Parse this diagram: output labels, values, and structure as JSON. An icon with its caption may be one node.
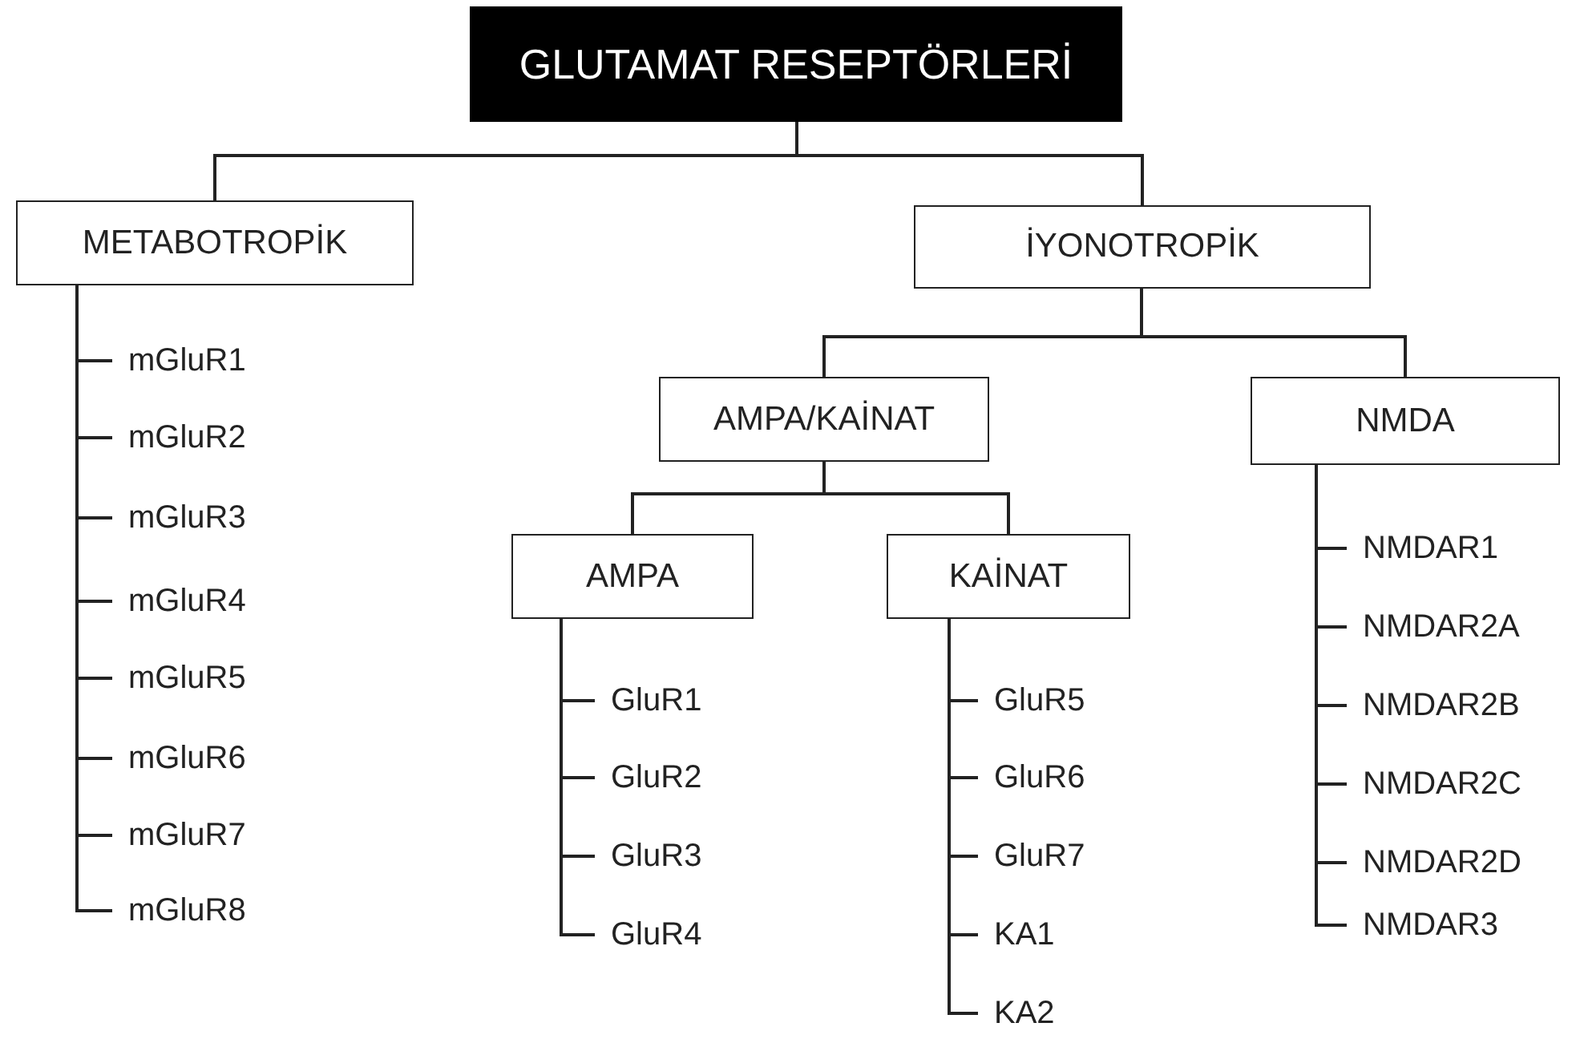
{
  "diagram": {
    "nodes": [
      {
        "text": [
          "GLUTAMAT RESEPTÖRLERİ"
        ]
      },
      {
        "text": [
          "METABOTROPİK"
        ]
      },
      {
        "text": [
          "İYONOTROPİK"
        ]
      },
      {
        "text": [
          "AMPA/KAİNAT"
        ]
      },
      {
        "text": [
          "NMDA"
        ]
      },
      {
        "text": [
          "AMPA"
        ]
      },
      {
        "text": [
          "KAİNAT"
        ]
      },
      {
        "text": [
          "mGluR1"
        ]
      },
      {
        "text": [
          "mGluR2"
        ]
      },
      {
        "text": [
          "mGluR3"
        ]
      },
      {
        "text": [
          "mGluR4"
        ]
      },
      {
        "text": [
          "mGluR5"
        ]
      },
      {
        "text": [
          "mGluR6"
        ]
      },
      {
        "text": [
          "mGluR7"
        ]
      },
      {
        "text": [
          "mGluR8"
        ]
      },
      {
        "text": [
          "GluR1"
        ]
      },
      {
        "text": [
          "GluR2"
        ]
      },
      {
        "text": [
          "GluR3"
        ]
      },
      {
        "text": [
          "GluR4"
        ]
      },
      {
        "text": [
          "GluR5"
        ]
      },
      {
        "text": [
          "GluR6"
        ]
      },
      {
        "text": [
          "GluR7"
        ]
      },
      {
        "text": [
          "KA1"
        ]
      },
      {
        "text": [
          "KA2"
        ]
      },
      {
        "text": [
          "NMDAR1"
        ]
      },
      {
        "text": [
          "NMDAR2A"
        ]
      },
      {
        "text": [
          "NMDAR2B"
        ]
      },
      {
        "text": [
          "NMDAR2C"
        ]
      },
      {
        "text": [
          "NMDAR2D"
        ]
      },
      {
        "text": [
          "NMDAR3"
        ]
      }
    ],
    "edges": [
      {
        "from": 0,
        "to": 1,
        "arrow": "none"
      },
      {
        "from": 0,
        "to": 2,
        "arrow": "none"
      },
      {
        "from": 2,
        "to": 3,
        "arrow": "none"
      },
      {
        "from": 2,
        "to": 4,
        "arrow": "none"
      },
      {
        "from": 3,
        "to": 5,
        "arrow": "none"
      },
      {
        "from": 3,
        "to": 6,
        "arrow": "none"
      },
      {
        "from": 1,
        "to": 7,
        "arrow": "none"
      },
      {
        "from": 1,
        "to": 8,
        "arrow": "none"
      },
      {
        "from": 1,
        "to": 9,
        "arrow": "none"
      },
      {
        "from": 1,
        "to": 10,
        "arrow": "none"
      },
      {
        "from": 1,
        "to": 11,
        "arrow": "none"
      },
      {
        "from": 1,
        "to": 12,
        "arrow": "none"
      },
      {
        "from": 1,
        "to": 13,
        "arrow": "none"
      },
      {
        "from": 1,
        "to": 14,
        "arrow": "none"
      },
      {
        "from": 5,
        "to": 15,
        "arrow": "none"
      },
      {
        "from": 5,
        "to": 16,
        "arrow": "none"
      },
      {
        "from": 5,
        "to": 17,
        "arrow": "none"
      },
      {
        "from": 5,
        "to": 18,
        "arrow": "none"
      },
      {
        "from": 6,
        "to": 19,
        "arrow": "none"
      },
      {
        "from": 6,
        "to": 20,
        "arrow": "none"
      },
      {
        "from": 6,
        "to": 21,
        "arrow": "none"
      },
      {
        "from": 6,
        "to": 22,
        "arrow": "none"
      },
      {
        "from": 6,
        "to": 23,
        "arrow": "none"
      },
      {
        "from": 4,
        "to": 24,
        "arrow": "none"
      },
      {
        "from": 4,
        "to": 25,
        "arrow": "none"
      },
      {
        "from": 4,
        "to": 26,
        "arrow": "none"
      },
      {
        "from": 4,
        "to": 27,
        "arrow": "none"
      },
      {
        "from": 4,
        "to": 28,
        "arrow": "none"
      },
      {
        "from": 4,
        "to": 29,
        "arrow": "none"
      }
    ]
  }
}
